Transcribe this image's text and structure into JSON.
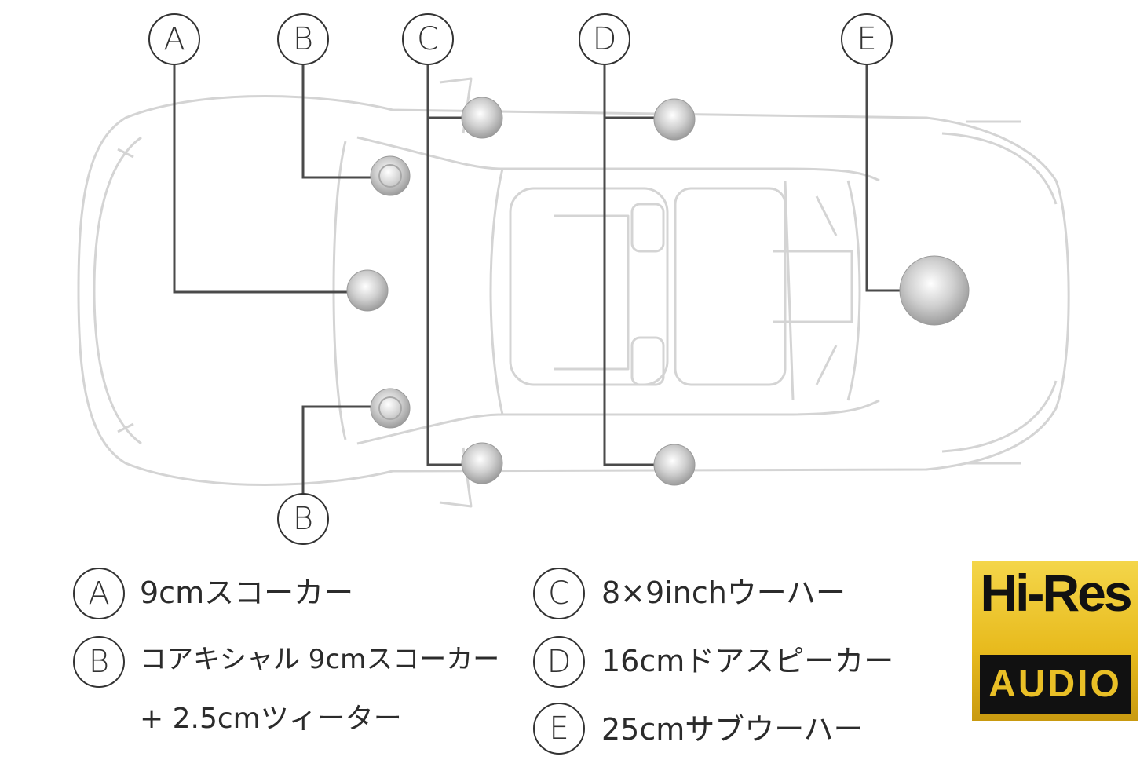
{
  "callouts": [
    {
      "id": "A",
      "letter": "A"
    },
    {
      "id": "B1",
      "letter": "B"
    },
    {
      "id": "C",
      "letter": "C"
    },
    {
      "id": "D",
      "letter": "D"
    },
    {
      "id": "E",
      "letter": "E"
    },
    {
      "id": "B2",
      "letter": "B"
    }
  ],
  "legend": {
    "a": {
      "letter": "A",
      "text": "9cmスコーカー"
    },
    "b": {
      "letter": "B",
      "text": "コアキシャル 9cmスコーカー",
      "text2": "+ 2.5cmツィーター"
    },
    "c": {
      "letter": "C",
      "text": "8×9inchウーハー"
    },
    "d": {
      "letter": "D",
      "text": "16cmドアスピーカー"
    },
    "e": {
      "letter": "E",
      "text": "25cmサブウーハー"
    }
  },
  "logo": {
    "line1": "Hi-Res",
    "line2": "AUDIO"
  },
  "colors": {
    "car_outline": "#d2d2d2",
    "leader": "#4a4a4a",
    "speaker": "#b5b5b5",
    "logo_gold": "#e8bb1e"
  }
}
